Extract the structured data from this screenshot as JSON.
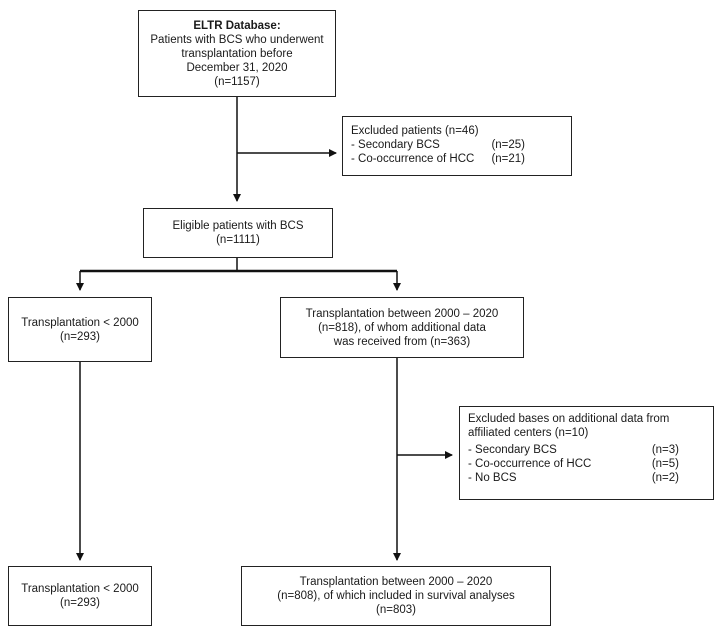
{
  "boxes": {
    "database": {
      "title": "ELTR Database:",
      "lines": [
        "Patients with BCS who underwent",
        "transplantation before",
        "December 31, 2020",
        "(n=1157)"
      ]
    },
    "excluded1": {
      "title": "Excluded patients (n=46)",
      "items": [
        {
          "label": "- Secondary BCS",
          "count": "(n=25)"
        },
        {
          "label": "- Co-occurrence of HCC",
          "count": "(n=21)"
        }
      ]
    },
    "eligible": {
      "lines": [
        "Eligible patients with BCS",
        "(n=1111)"
      ]
    },
    "tx_before_2000": {
      "lines": [
        "Transplantation < 2000",
        "(n=293)"
      ]
    },
    "tx_2000_2020": {
      "lines": [
        "Transplantation between 2000 – 2020",
        "(n=818), of whom additional data",
        "was received from (n=363)"
      ]
    },
    "excluded2": {
      "title_lines": [
        "Excluded bases on additional data from",
        "affiliated centers (n=10)"
      ],
      "items": [
        {
          "label": "- Secondary BCS",
          "count": "(n=3)"
        },
        {
          "label": "- Co-occurrence of HCC",
          "count": "(n=5)"
        },
        {
          "label": "- No BCS",
          "count": "(n=2)"
        }
      ]
    },
    "final_before_2000": {
      "lines": [
        "Transplantation < 2000",
        "(n=293)"
      ]
    },
    "final_2000_2020": {
      "lines": [
        "Transplantation between 2000 – 2020",
        "(n=808), of which included in survival analyses",
        "(n=803)"
      ]
    }
  }
}
